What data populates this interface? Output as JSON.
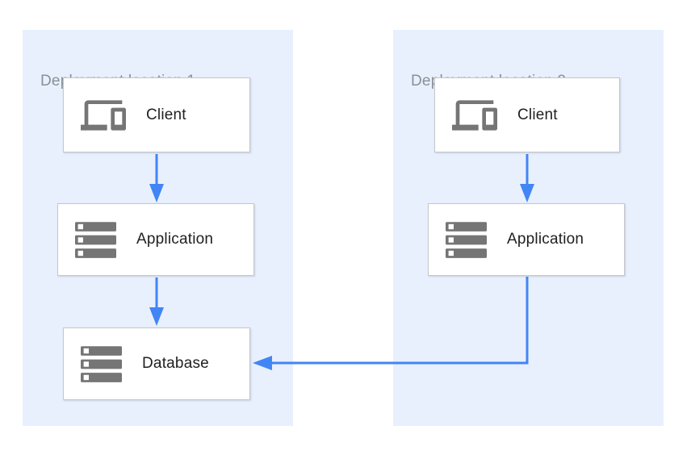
{
  "diagram": {
    "zones": [
      {
        "id": "deployment-location-1",
        "title": "Deployment location 1",
        "nodes": [
          {
            "id": "client-1",
            "label": "Client",
            "icon": "devices-icon"
          },
          {
            "id": "application-1",
            "label": "Application",
            "icon": "server-stack-icon"
          },
          {
            "id": "database-1",
            "label": "Database",
            "icon": "server-stack-icon"
          }
        ]
      },
      {
        "id": "deployment-location-2",
        "title": "Deployment location 2",
        "nodes": [
          {
            "id": "client-2",
            "label": "Client",
            "icon": "devices-icon"
          },
          {
            "id": "application-2",
            "label": "Application",
            "icon": "server-stack-icon"
          }
        ]
      }
    ],
    "edges": [
      {
        "from": "client-1",
        "to": "application-1"
      },
      {
        "from": "application-1",
        "to": "database-1"
      },
      {
        "from": "client-2",
        "to": "application-2"
      },
      {
        "from": "application-2",
        "to": "database-1"
      }
    ]
  },
  "colors": {
    "zone_bg": "#e8f0fe",
    "arrow": "#4285f4",
    "box_bg": "#ffffff",
    "box_border": "#c4c7cb",
    "zone_title": "#8a9097",
    "node_label": "#212121",
    "icon_gray": "#757575"
  }
}
